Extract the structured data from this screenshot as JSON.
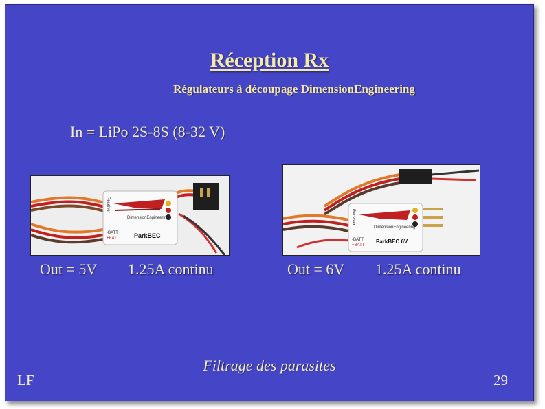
{
  "slide": {
    "title": "Réception Rx",
    "subtitle": "Régulateurs à découpage DimensionEngineering",
    "input_spec": "In = LiPo 2S-8S (8-32 V)",
    "modules": [
      {
        "out": "Out = 5V",
        "current": "1.25A continu",
        "label": "ParkBEC",
        "brand": "DimensionEngineering",
        "receiver": "Receiver",
        "batt_minus": "-BATT",
        "batt_plus": "+BATT"
      },
      {
        "out": "Out = 6V",
        "current": "1.25A continu",
        "label": "ParkBEC 6V",
        "brand": "DimensionEngineering",
        "receiver": "Receiver",
        "batt_minus": "-BATT",
        "batt_plus": "+BATT"
      }
    ],
    "footer_note": "Filtrage des parasites",
    "author": "LF",
    "page_number": "29"
  }
}
